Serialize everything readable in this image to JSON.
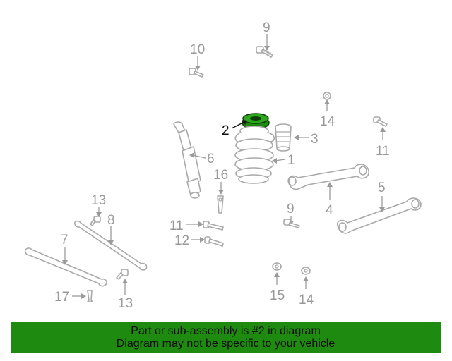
{
  "callouts": {
    "c1": "1",
    "c2": "2",
    "c3": "3",
    "c4": "4",
    "c5": "5",
    "c6": "6",
    "c7": "7",
    "c8": "8",
    "c9a": "9",
    "c9b": "9",
    "c10": "10",
    "c11a": "11",
    "c11b": "11",
    "c12": "12",
    "c13a": "13",
    "c13b": "13",
    "c14a": "14",
    "c14b": "14",
    "c15": "15",
    "c16": "16",
    "c17": "17"
  },
  "highlighted_part": "2",
  "colors": {
    "highlight": "#1f8a10",
    "banner_bg": "#1f8a10",
    "line_art": "#a9a9a9",
    "labels": "#999999"
  },
  "banner": {
    "line1": "Part or sub-assembly is #2 in diagram",
    "line2": "Diagram may not be specific to your vehicle"
  }
}
